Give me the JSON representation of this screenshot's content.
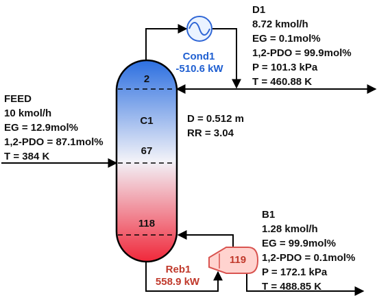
{
  "colors": {
    "column_top": "#2c6fe0",
    "column_bottom": "#f0283a",
    "condenser_fill": "#eaf3ff",
    "condenser_stroke": "#2f66d6",
    "reboiler_fill": "#ffd3cf",
    "reboiler_stroke": "#d9534f",
    "cond_label": "#1f5fd1",
    "reb_label": "#c0392b"
  },
  "column": {
    "name": "C1",
    "stage_top": "2",
    "stage_feed": "67",
    "stage_bottom": "118",
    "diameter": "D = 0.512 m",
    "reflux_ratio": "RR = 3.04"
  },
  "condenser": {
    "name": "Cond1",
    "duty": "-510.6 kW",
    "icon": "heat-exchanger-icon"
  },
  "reboiler": {
    "name": "Reb1",
    "duty": "558.9 kW",
    "stage": "119",
    "icon": "kettle-reboiler-icon"
  },
  "feed": {
    "title": "FEED",
    "flow": "10 kmol/h",
    "eg": "EG = 12.9mol%",
    "pdo": "1,2-PDO = 87.1mol%",
    "temp": "T = 384 K"
  },
  "distillate": {
    "title": "D1",
    "flow": "8.72 kmol/h",
    "eg": "EG = 0.1mol%",
    "pdo": "1,2-PDO = 99.9mol%",
    "pressure": "P = 101.3 kPa",
    "temp": "T = 460.88 K"
  },
  "bottoms": {
    "title": "B1",
    "flow": "1.28 kmol/h",
    "eg": "EG = 99.9mol%",
    "pdo": "1,2-PDO = 0.1mol%",
    "pressure": "P = 172.1 kPa",
    "temp": "T = 488.85 K"
  }
}
